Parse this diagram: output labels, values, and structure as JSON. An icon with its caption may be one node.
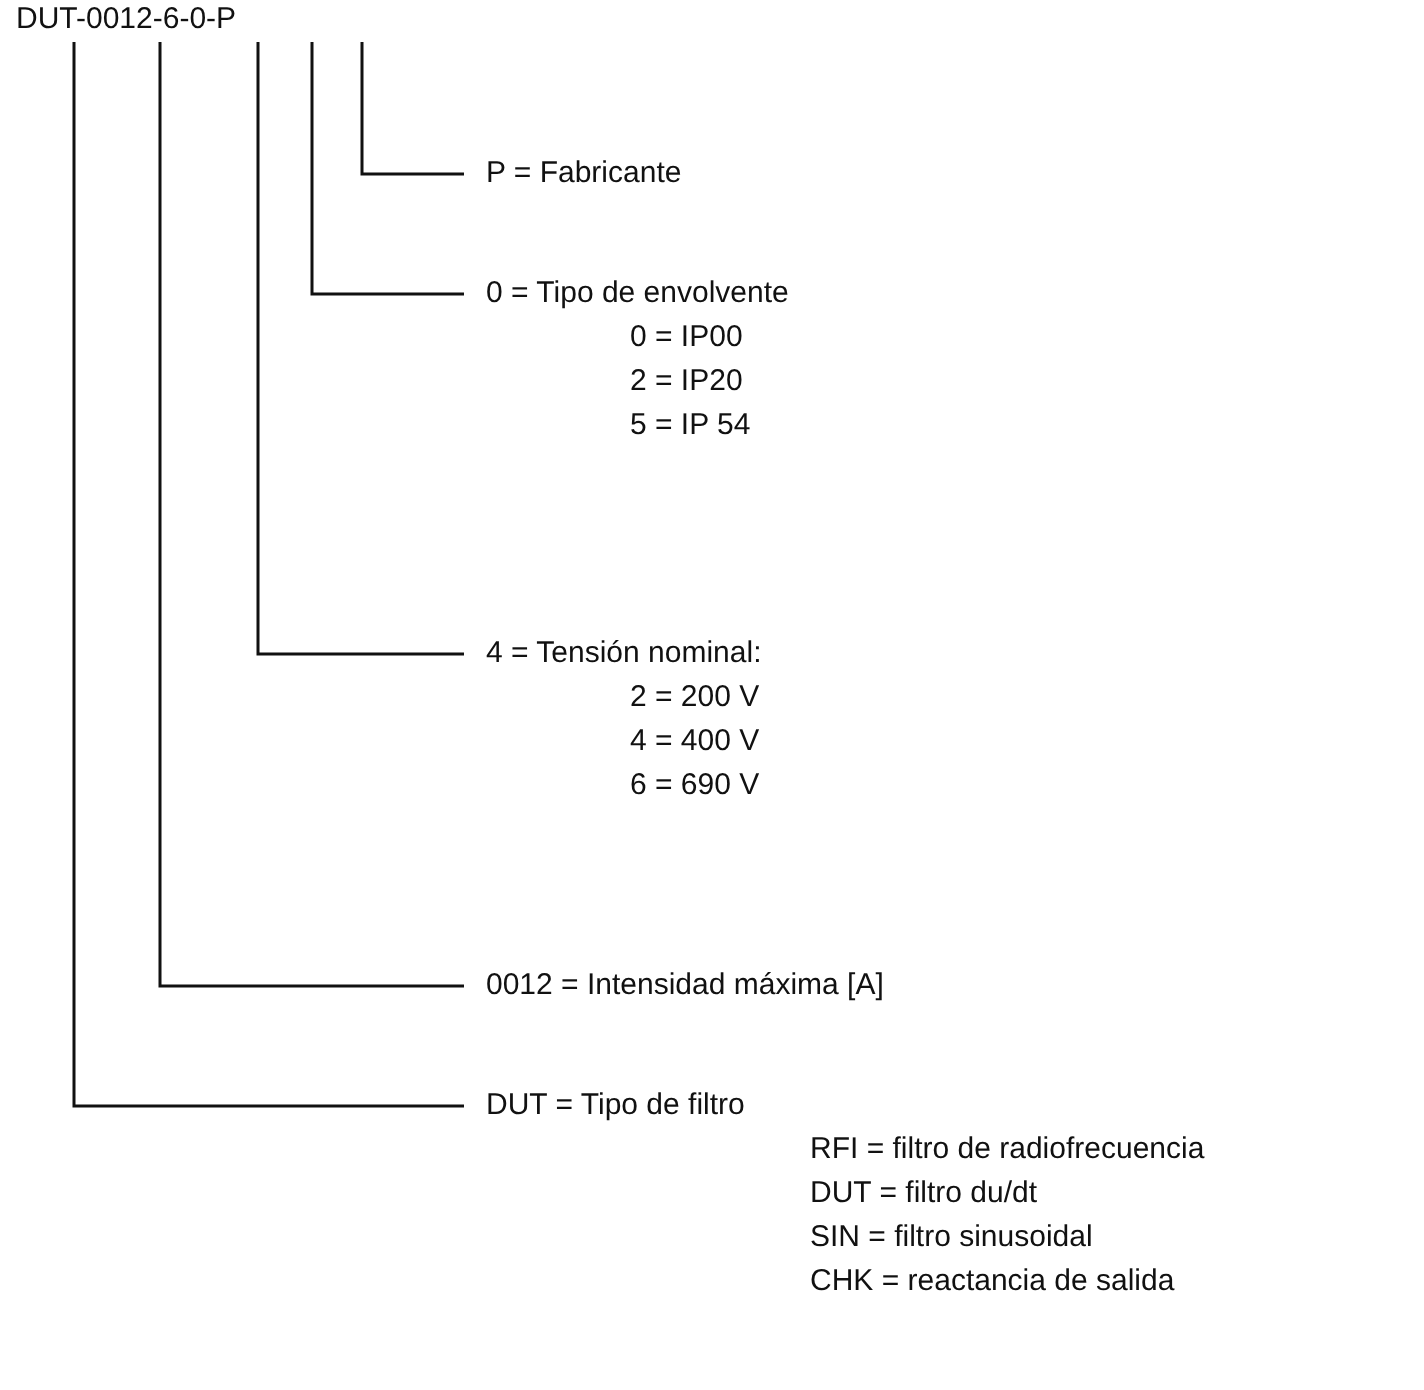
{
  "diagram": {
    "nodes": [
      {
        "text": [
          "DUT-0012-6-0-P"
        ]
      },
      {
        "text": [
          "P = Fabricante"
        ]
      },
      {
        "text": [
          "0 = Tipo de envolvente",
          "0 = IP00",
          "2 = IP20",
          "5 = IP 54"
        ]
      },
      {
        "text": [
          "4 = Tensión nominal:",
          "2 = 200 V",
          "4 = 400 V",
          "6 = 690 V"
        ]
      },
      {
        "text": [
          "0012 = Intensidad máxima [A]"
        ]
      },
      {
        "text": [
          "DUT = Tipo de filtro",
          "RFI = filtro de radiofrecuencia",
          "DUT = filtro du/dt",
          "SIN = filtro sinusoidal",
          "CHK = reactancia de salida"
        ]
      }
    ],
    "edges": [
      {
        "from": 1,
        "to": 0,
        "arrow": "none"
      },
      {
        "from": 2,
        "to": 0,
        "arrow": "none"
      },
      {
        "from": 3,
        "to": 0,
        "arrow": "none"
      },
      {
        "from": 4,
        "to": 0,
        "arrow": "none"
      },
      {
        "from": 5,
        "to": 0,
        "arrow": "none"
      }
    ]
  }
}
